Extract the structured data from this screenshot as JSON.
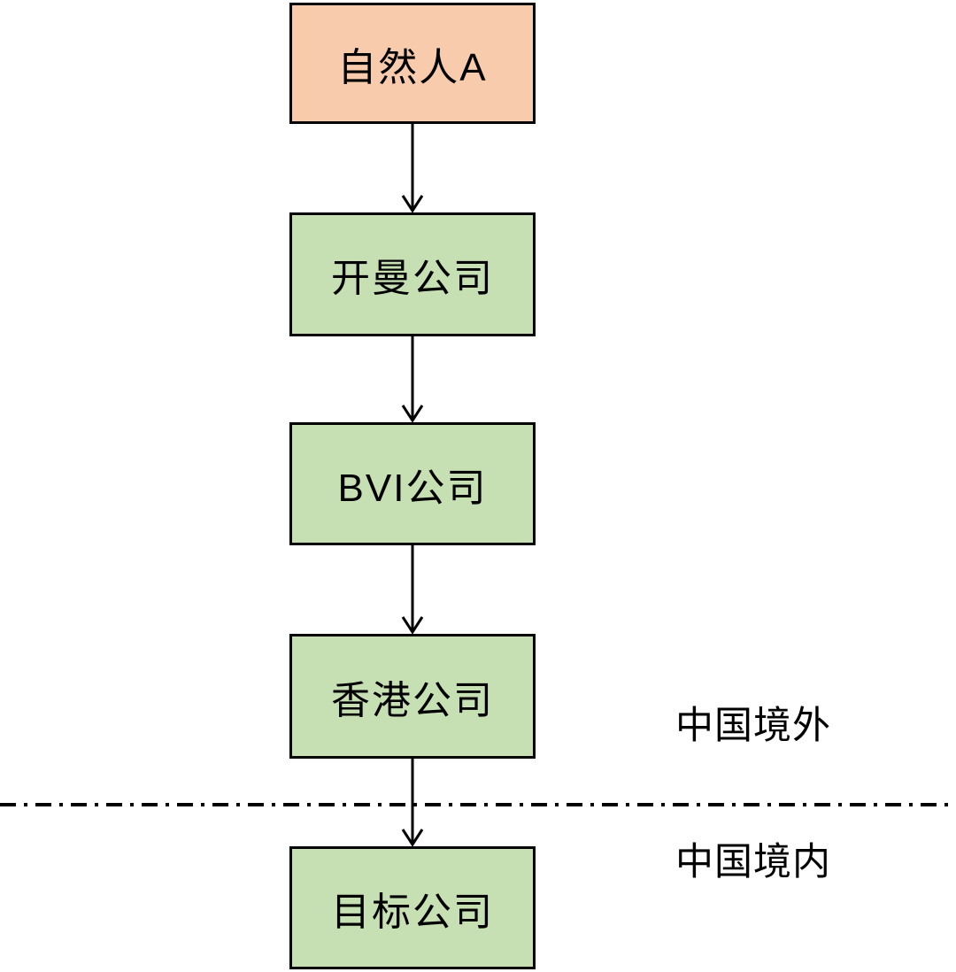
{
  "diagram": {
    "type": "flowchart",
    "nodes": [
      {
        "id": "natural-person-a",
        "label": "自然人A",
        "fill": "#F8CBAD"
      },
      {
        "id": "cayman-company",
        "label": "开曼公司",
        "fill": "#C6E0B4"
      },
      {
        "id": "bvi-company",
        "label": "BVI公司",
        "fill": "#C6E0B4"
      },
      {
        "id": "hongkong-company",
        "label": "香港公司",
        "fill": "#C6E0B4"
      },
      {
        "id": "target-company",
        "label": "目标公司",
        "fill": "#C6E0B4"
      }
    ],
    "edges": [
      {
        "from": "natural-person-a",
        "to": "cayman-company",
        "style": "arrow-down"
      },
      {
        "from": "cayman-company",
        "to": "bvi-company",
        "style": "arrow-down"
      },
      {
        "from": "bvi-company",
        "to": "hongkong-company",
        "style": "arrow-down"
      },
      {
        "from": "hongkong-company",
        "to": "target-company",
        "style": "arrow-down"
      }
    ],
    "regions": {
      "outside_label": "中国境外",
      "inside_label": "中国境内"
    },
    "divider": {
      "style": "dash-dot",
      "color": "#000000"
    },
    "colors": {
      "person_fill": "#F8CBAD",
      "company_fill": "#C6E0B4",
      "node_border": "#000000",
      "connector": "#000000",
      "background": "#FFFFFF"
    }
  }
}
